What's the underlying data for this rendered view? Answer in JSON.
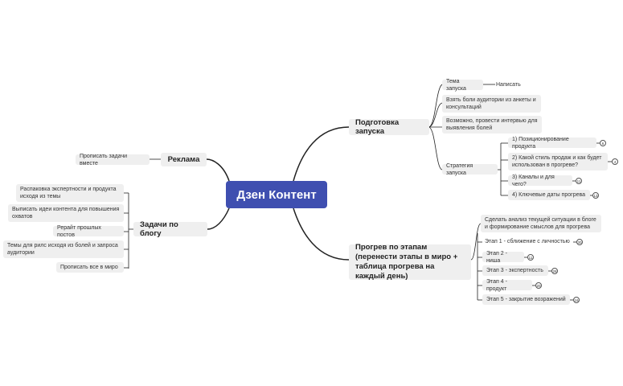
{
  "root": {
    "title": "Дзен Контент"
  },
  "launch": {
    "title": "Подготовка запуска",
    "topic": "Тема запуска",
    "topic_child": "Написать",
    "pains": "Взять боли аудитории из анкеты и консультаций",
    "interview": "Возможно, провести интервью для выявления болей",
    "strategy": "Стратегия запуска",
    "strategy_items": [
      {
        "label": "1) Позиционирование продукта",
        "badge": "6"
      },
      {
        "label": "2) Какой стиль продаж и как будет использован в прогреве?",
        "badge": "4"
      },
      {
        "label": "3) Каналы и для чего?",
        "badge": "11"
      },
      {
        "label": "4) Ключевые даты прогрева",
        "badge": "13"
      }
    ]
  },
  "warmup": {
    "title": "Прогрев по этапам (перенести этапы в миро + таблица прогрева на каждый день)",
    "analysis": "Сделать анализ текущей ситуации в блоге и формирование смыслов для прогрева",
    "stages": [
      {
        "label": "Этап 1 - сближение с личностью",
        "badge": "30"
      },
      {
        "label": "Этап 2 - ниша",
        "badge": "11"
      },
      {
        "label": "Этап 3 - экспертность",
        "badge": "28"
      },
      {
        "label": "Этап 4 - продукт",
        "badge": "20"
      },
      {
        "label": "Этап 5 - закрытие возражений",
        "badge": "16"
      }
    ]
  },
  "ads": {
    "title": "Реклама",
    "child": "Прописать задачи вместе"
  },
  "blog": {
    "title": "Задачи по блогу",
    "items": [
      "Распаковка экспертности и продукта исходя из темы",
      "Выписать идеи контента для повышения охватов",
      "Рерайт прошлых постов",
      "Темы для рилс исходя из болей и запроса аудитории",
      "Прописать все в миро"
    ]
  }
}
